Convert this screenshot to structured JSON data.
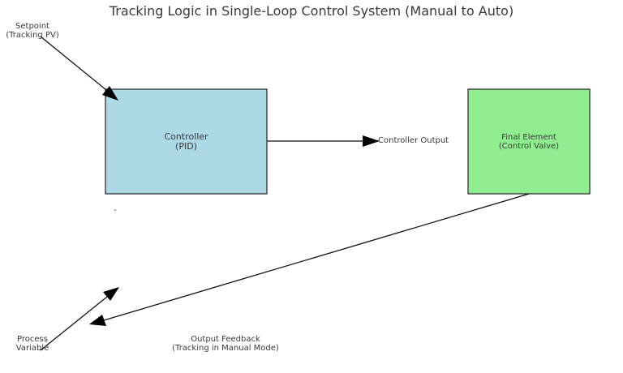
{
  "title": "Tracking Logic in Single-Loop Control System (Manual to Auto)",
  "nodes": {
    "controller": {
      "line1": "Controller",
      "line2": "(PID)",
      "color": "#add8e6"
    },
    "final_element": {
      "line1": "Final Element",
      "line2": "(Control Valve)",
      "color": "#90ee90"
    }
  },
  "labels": {
    "setpoint_line1": "Setpoint",
    "setpoint_line2": "(Tracking PV)",
    "controller_output": "Controller Output",
    "process_variable_line1": "Process",
    "process_variable_line2": "Variable",
    "output_feedback_line1": "Output Feedback",
    "output_feedback_line2": "(Tracking in Manual Mode)",
    "minus_sign": "-"
  }
}
